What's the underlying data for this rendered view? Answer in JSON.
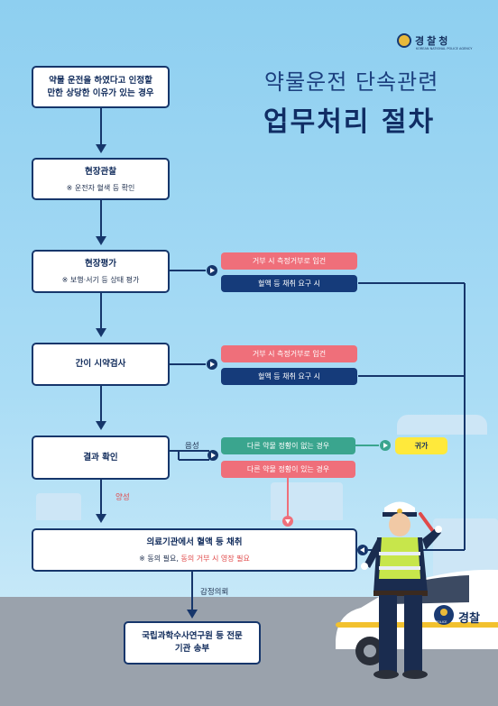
{
  "logo": {
    "name": "경찰청",
    "subtitle": "KOREAN NATIONAL POLICE AGENCY"
  },
  "title": {
    "line1": "약물운전 단속관련",
    "line2": "업무처리 절차"
  },
  "steps": {
    "suspicion": "약물 운전을 하였다고 인정할 만한 상당한 이유가 있는 경우",
    "observation_title": "현장관찰",
    "observation_note": "※ 운전자 혈색 등 확인",
    "evaluation_title": "현장평가",
    "evaluation_note": "※ 보행·서기 등 상태 평가",
    "quick_test_title": "간이 시약검사",
    "result_title": "결과 확인",
    "hospital_title": "의료기관에서 혈액 등 채취",
    "hospital_note_prefix": "※ 동의 필요,",
    "hospital_note_red": "동의 거부 시 영장 필요",
    "nfs": "국립과학수사연구원 등 전문기관 송부"
  },
  "branches": {
    "refuse_measure": "거부 시 측정거부로 입건",
    "blood_request": "혈액 등 채취 요구 시",
    "no_other_drug": "다른 약물 정황이 없는 경우",
    "other_drug": "다른 약물 정황이 있는 경우",
    "go_home": "귀가"
  },
  "labels": {
    "negative": "음성",
    "positive": "양성",
    "forensic": "감정의뢰"
  },
  "car": {
    "text": "경찰",
    "badge": "POLICE"
  },
  "colors": {
    "navy": "#153b7a",
    "pink": "#ef6f7a",
    "teal": "#3aa58e",
    "yellow": "#ffe93b"
  }
}
